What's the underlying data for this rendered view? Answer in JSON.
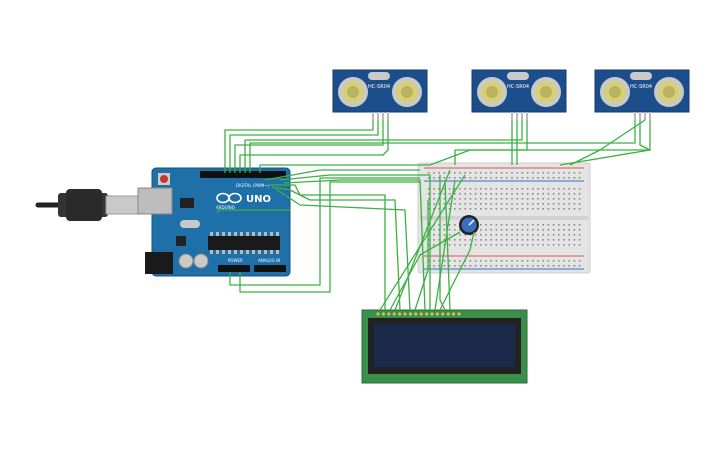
{
  "arduino": {
    "brand": "ARDUINO",
    "model": "UNO",
    "digital_label": "DIGITAL (PWM~)",
    "power_label": "POWER",
    "analog_label": "ANALOG IN",
    "board_color": "#1f6fa8"
  },
  "sensors": [
    {
      "label": "HC-SR04"
    },
    {
      "label": "HC-SR04"
    },
    {
      "label": "HC-SR04"
    }
  ],
  "colors": {
    "wire": "#3cb043",
    "sensor_board": "#1d4e8c",
    "lcd_board": "#3a8f4b",
    "lcd_screen": "#1b2a4a",
    "breadboard": "#e4e4e4",
    "rail_red": "#d9534f",
    "rail_blue": "#3a6fbf"
  }
}
